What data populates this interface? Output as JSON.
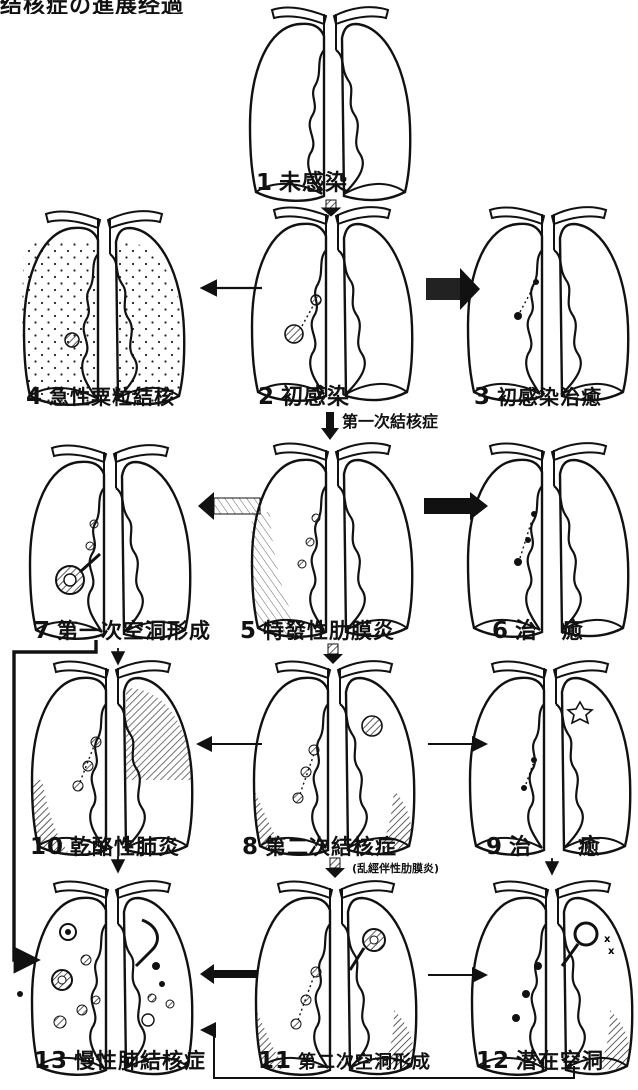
{
  "header": {
    "text": "结核症の進展经過"
  },
  "stages": [
    {
      "num": "1",
      "label": "未感染"
    },
    {
      "num": "2",
      "label": "初感染"
    },
    {
      "num": "3",
      "label": "初感染治癒"
    },
    {
      "num": "4",
      "label": "急性粟粒結核"
    },
    {
      "num": "5",
      "label": "特發性肋膜炎"
    },
    {
      "num": "6",
      "label": "治　癒"
    },
    {
      "num": "7",
      "label": "第一次空洞形成"
    },
    {
      "num": "8",
      "label": "第二次結核症"
    },
    {
      "num": "9",
      "label": "治　　癒"
    },
    {
      "num": "10",
      "label": "乾酪性肺炎"
    },
    {
      "num": "11",
      "label": "第二次空洞形成"
    },
    {
      "num": "12",
      "label": "潜在空洞"
    },
    {
      "num": "13",
      "label": "慢性肺結核症"
    }
  ],
  "annotations": {
    "primary_tb": "第一次結核症",
    "secondary_note": "(乱經伴性肋膜炎)"
  }
}
